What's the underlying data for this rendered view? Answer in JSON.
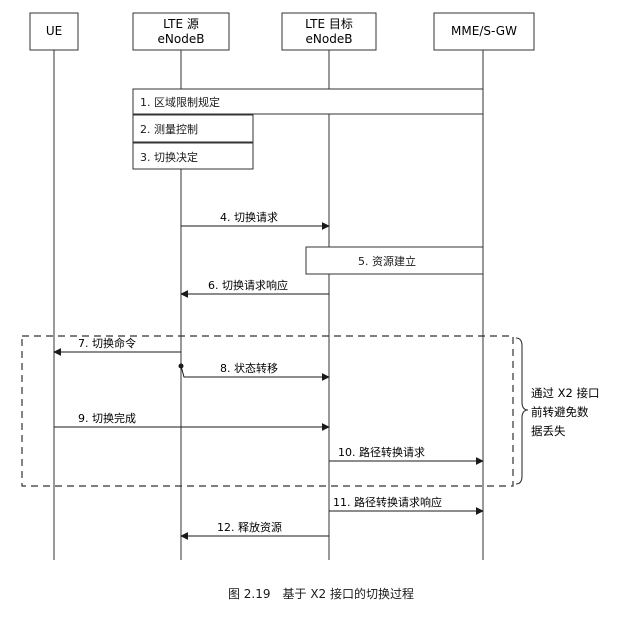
{
  "entities": [
    {
      "id": "ue",
      "lines": [
        "UE"
      ]
    },
    {
      "id": "src",
      "lines": [
        "LTE 源",
        "eNodeB"
      ]
    },
    {
      "id": "tgt",
      "lines": [
        "LTE 目标",
        "eNodeB"
      ]
    },
    {
      "id": "mme",
      "lines": [
        "MME/S-GW"
      ]
    }
  ],
  "boxed_steps": [
    {
      "label": "1. 区域限制规定"
    },
    {
      "label": "2. 测量控制"
    },
    {
      "label": "3. 切换决定"
    },
    {
      "label": "5. 资源建立"
    }
  ],
  "messages": [
    {
      "label": "4. 切换请求",
      "from": "src",
      "to": "tgt"
    },
    {
      "label": "6. 切换请求响应",
      "from": "tgt",
      "to": "src"
    },
    {
      "label": "7. 切换命令",
      "from": "src",
      "to": "ue"
    },
    {
      "label": "8. 状态转移",
      "from": "src",
      "to": "tgt"
    },
    {
      "label": "9. 切换完成",
      "from": "ue",
      "to": "tgt"
    },
    {
      "label": "10. 路径转换请求",
      "from": "tgt",
      "to": "mme"
    },
    {
      "label": "11. 路径转换请求响应",
      "from": "tgt",
      "to": "mme"
    },
    {
      "label": "12. 释放资源",
      "from": "tgt",
      "to": "src"
    }
  ],
  "note": {
    "lines": [
      "通过 X2 接口",
      "前转避免数",
      "据丢失"
    ]
  },
  "caption": "图 2.19　基于 X2 接口的切换过程"
}
